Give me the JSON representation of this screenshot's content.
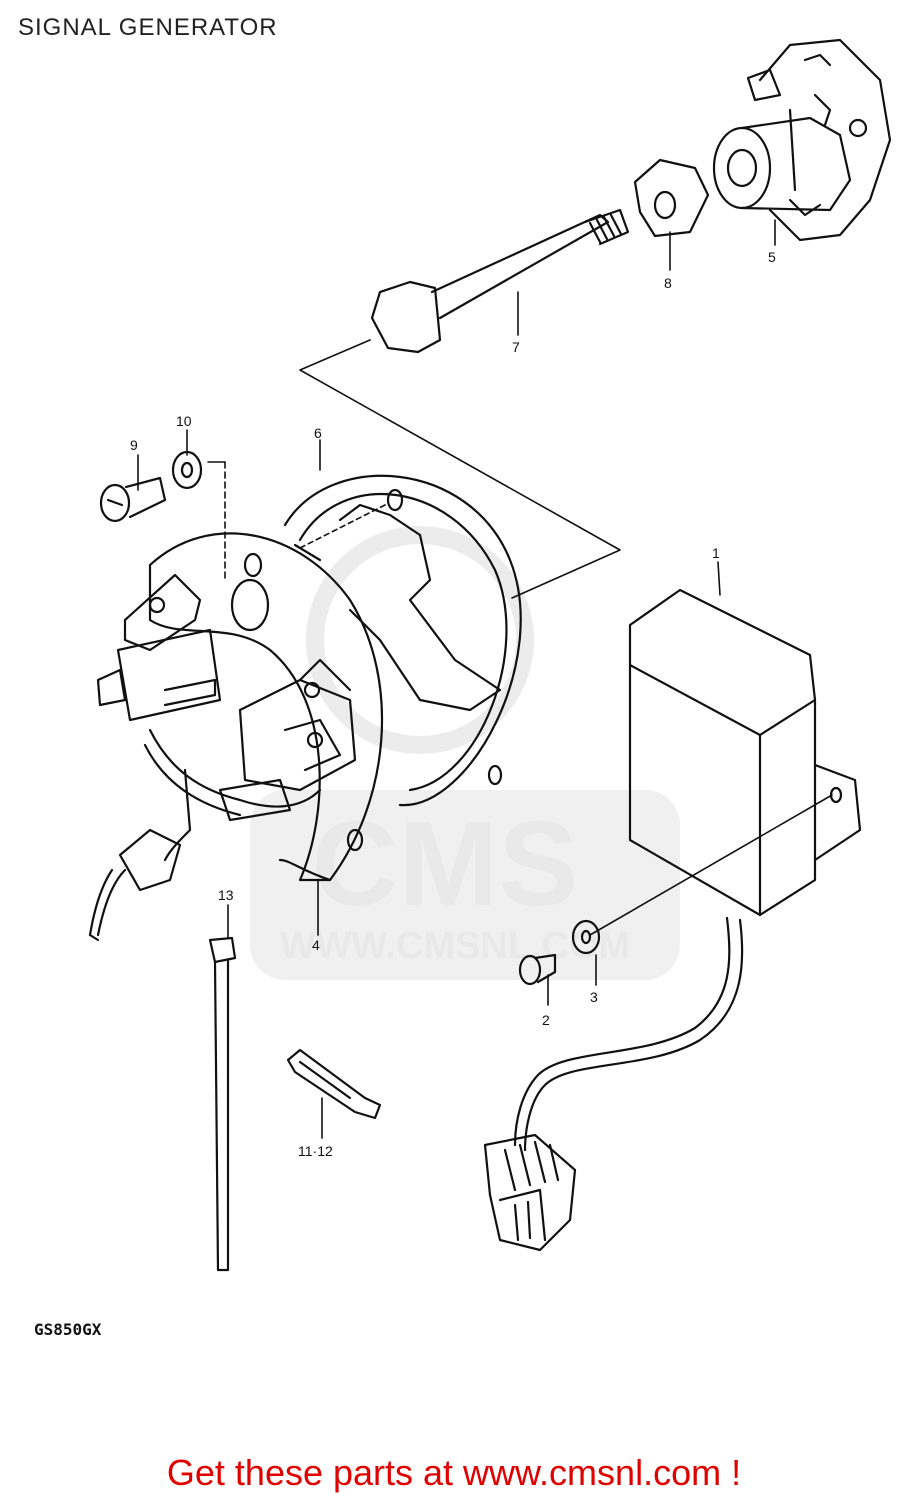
{
  "title": "SIGNAL GENERATOR",
  "model_code": "GS850GX",
  "watermark": {
    "brand": "CMS",
    "url": "WWW.CMSNL.COM"
  },
  "footer": {
    "text": "Get these parts at www.cmsnl.com !",
    "color": "#e00000"
  },
  "callouts": {
    "c1": "1",
    "c2": "2",
    "c3": "3",
    "c4": "4",
    "c5": "5",
    "c6": "6",
    "c7": "7",
    "c8": "8",
    "c9": "9",
    "c10": "10",
    "c11_12": "11·12",
    "c13": "13"
  }
}
